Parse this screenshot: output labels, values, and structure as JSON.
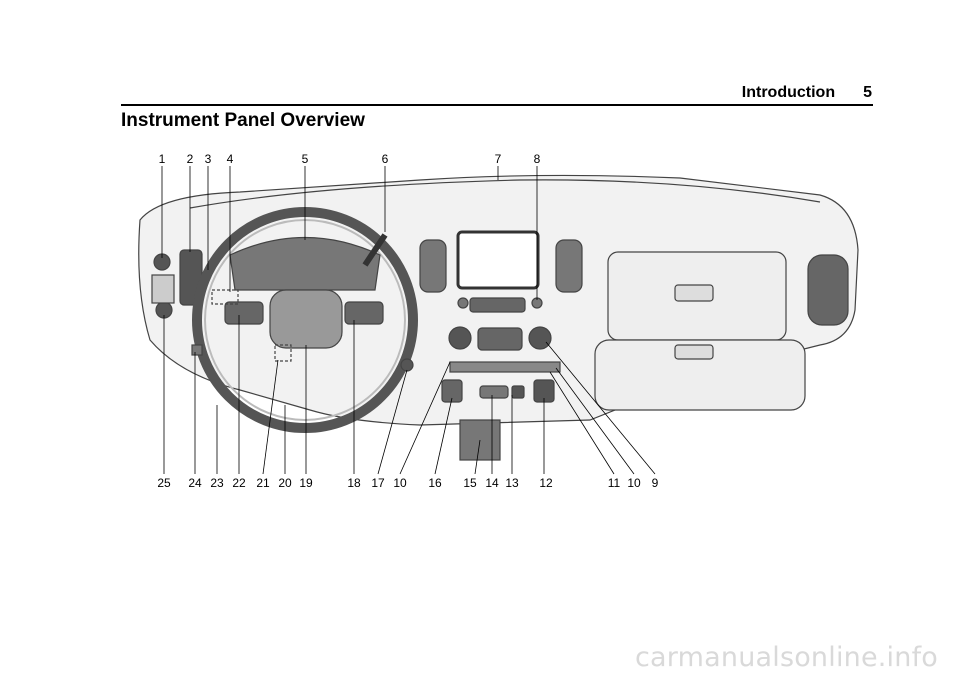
{
  "header": {
    "section": "Introduction",
    "page_number": "5"
  },
  "page_title": "Instrument Panel Overview",
  "figure": {
    "callouts_top": [
      "1",
      "2",
      "3",
      "4",
      "5",
      "6",
      "7",
      "8"
    ],
    "callouts_bottom": [
      "25",
      "24",
      "23",
      "22",
      "21",
      "20",
      "19",
      "18",
      "17",
      "10",
      "16",
      "15",
      "14",
      "13",
      "12",
      "11",
      "10",
      "9"
    ]
  },
  "watermark": "carmanualsonline.info"
}
